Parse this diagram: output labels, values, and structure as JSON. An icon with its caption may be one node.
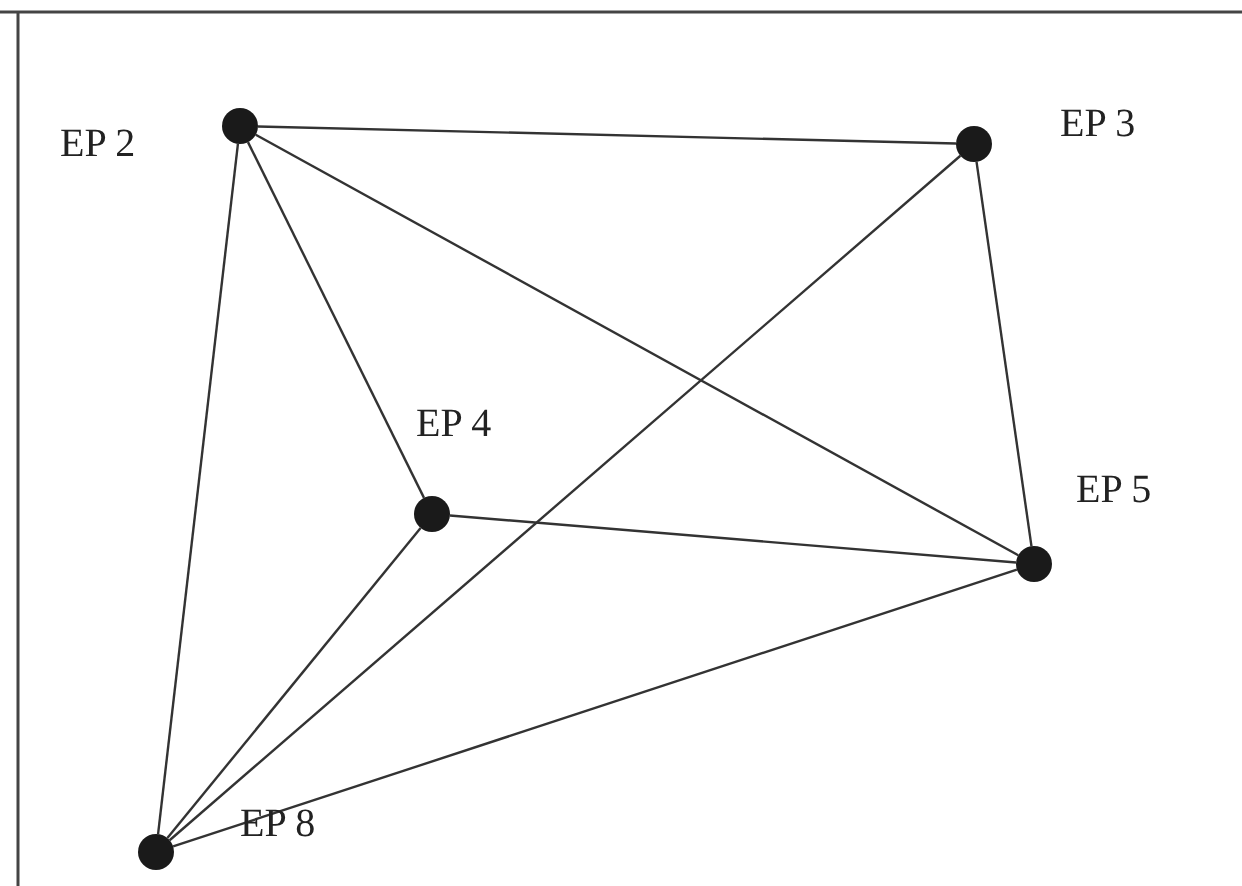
{
  "diagram": {
    "nodes": [
      {
        "text": [],
        "shape": "circle",
        "beside": [
          "EP 2"
        ]
      },
      {
        "text": [],
        "shape": "circle",
        "beside": [
          "EP 3"
        ]
      },
      {
        "text": [],
        "shape": "circle",
        "beside": [
          "EP 4"
        ]
      },
      {
        "text": [],
        "shape": "circle",
        "beside": [
          "EP 5"
        ]
      },
      {
        "text": [],
        "shape": "circle",
        "beside": [
          "EP 8"
        ]
      }
    ],
    "edges": [
      {
        "from": 0,
        "to": 1,
        "arrow": "none"
      },
      {
        "from": 0,
        "to": 3,
        "arrow": "none"
      },
      {
        "from": 0,
        "to": 2,
        "arrow": "none"
      },
      {
        "from": 0,
        "to": 4,
        "arrow": "none"
      },
      {
        "from": 1,
        "to": 3,
        "arrow": "none"
      },
      {
        "from": 1,
        "to": 4,
        "arrow": "none"
      },
      {
        "from": 2,
        "to": 3,
        "arrow": "none"
      },
      {
        "from": 2,
        "to": 4,
        "arrow": "none"
      },
      {
        "from": 3,
        "to": 4,
        "arrow": "none"
      }
    ]
  }
}
